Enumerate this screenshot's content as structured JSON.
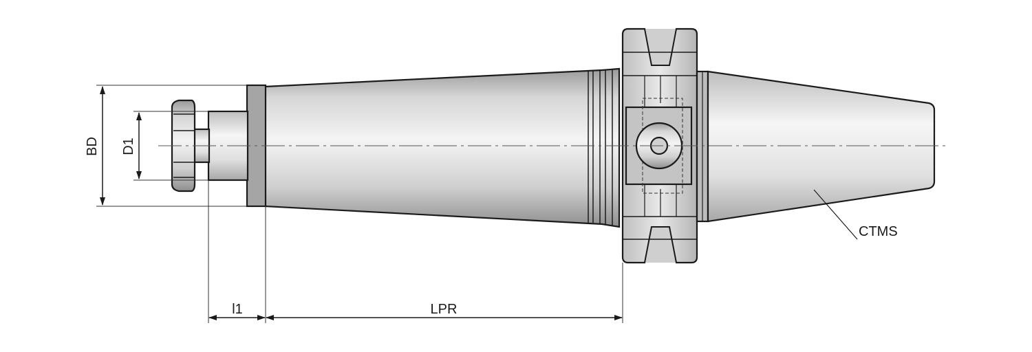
{
  "labels": {
    "bd": "BD",
    "d1": "D1",
    "l1": "l1",
    "lpr": "LPR",
    "ctms": "CTMS"
  },
  "colors": {
    "metal_light": "#f2f2f2",
    "metal_mid": "#c8c8c8",
    "metal_dark": "#8c8c8c",
    "outline": "#1a1a1a"
  }
}
